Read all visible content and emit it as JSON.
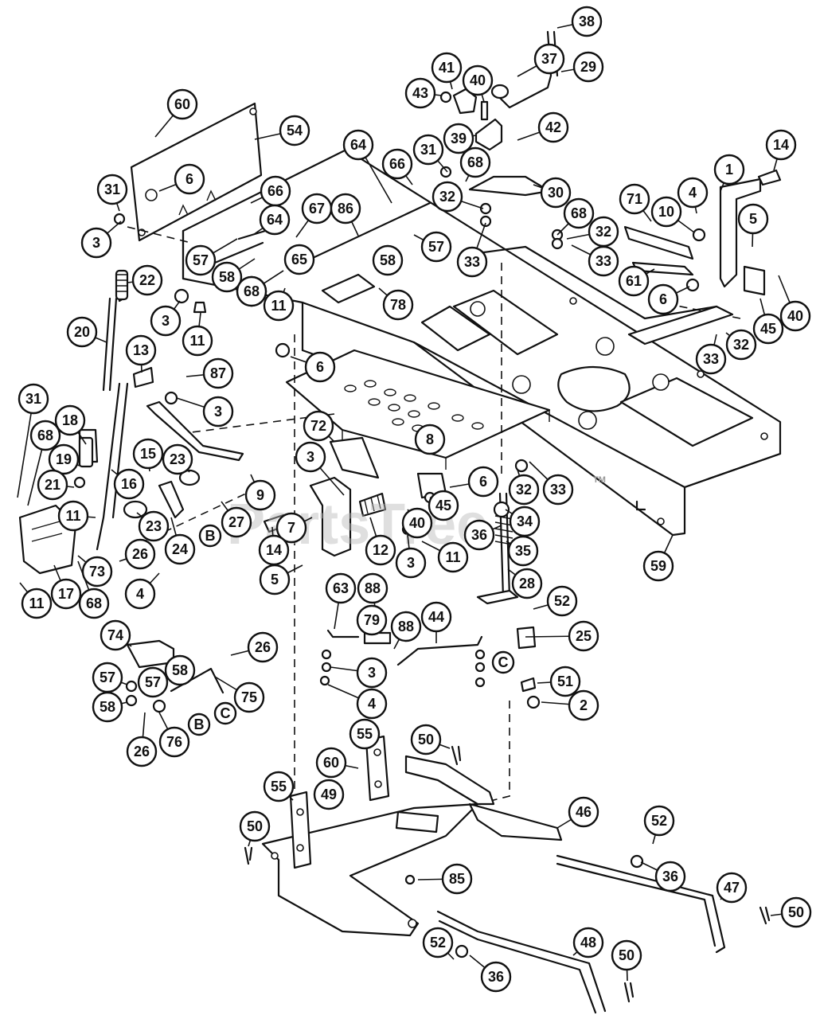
{
  "diagram": {
    "callouts": [
      {
        "id": "c38",
        "label": "38"
      },
      {
        "id": "c29",
        "label": "29"
      },
      {
        "id": "c37",
        "label": "37"
      },
      {
        "id": "c41",
        "label": "41"
      },
      {
        "id": "c40a",
        "label": "40"
      },
      {
        "id": "c43",
        "label": "43"
      },
      {
        "id": "c39",
        "label": "39"
      },
      {
        "id": "c42",
        "label": "42"
      },
      {
        "id": "c60a",
        "label": "60"
      },
      {
        "id": "c54",
        "label": "54"
      },
      {
        "id": "c6a",
        "label": "6"
      },
      {
        "id": "c31a",
        "label": "31"
      },
      {
        "id": "c3a",
        "label": "3"
      },
      {
        "id": "c64a",
        "label": "64"
      },
      {
        "id": "c66a",
        "label": "66"
      },
      {
        "id": "c31b",
        "label": "31"
      },
      {
        "id": "c68a",
        "label": "68"
      },
      {
        "id": "c32a",
        "label": "32"
      },
      {
        "id": "c30",
        "label": "30"
      },
      {
        "id": "c14a",
        "label": "14"
      },
      {
        "id": "c1",
        "label": "1"
      },
      {
        "id": "c4a",
        "label": "4"
      },
      {
        "id": "c71",
        "label": "71"
      },
      {
        "id": "c10",
        "label": "10"
      },
      {
        "id": "c5a",
        "label": "5"
      },
      {
        "id": "c66b",
        "label": "66"
      },
      {
        "id": "c64b",
        "label": "64"
      },
      {
        "id": "c67",
        "label": "67"
      },
      {
        "id": "c86",
        "label": "86"
      },
      {
        "id": "c57a",
        "label": "57"
      },
      {
        "id": "c57b",
        "label": "57"
      },
      {
        "id": "c58a",
        "label": "58"
      },
      {
        "id": "c65",
        "label": "65"
      },
      {
        "id": "c58b",
        "label": "58"
      },
      {
        "id": "c68b",
        "label": "68"
      },
      {
        "id": "c33a",
        "label": "33"
      },
      {
        "id": "c68c",
        "label": "68"
      },
      {
        "id": "c32b",
        "label": "32"
      },
      {
        "id": "c33b",
        "label": "33"
      },
      {
        "id": "c61",
        "label": "61"
      },
      {
        "id": "c6b",
        "label": "6"
      },
      {
        "id": "c22",
        "label": "22"
      },
      {
        "id": "c68d",
        "label": "68"
      },
      {
        "id": "c11a",
        "label": "11"
      },
      {
        "id": "c78",
        "label": "78"
      },
      {
        "id": "c40b",
        "label": "40"
      },
      {
        "id": "c45a",
        "label": "45"
      },
      {
        "id": "c32c",
        "label": "32"
      },
      {
        "id": "c33c",
        "label": "33"
      },
      {
        "id": "c3b",
        "label": "3"
      },
      {
        "id": "c11b",
        "label": "11"
      },
      {
        "id": "c20",
        "label": "20"
      },
      {
        "id": "c6c",
        "label": "6"
      },
      {
        "id": "c13",
        "label": "13"
      },
      {
        "id": "c87",
        "label": "87"
      },
      {
        "id": "c3c",
        "label": "3"
      },
      {
        "id": "c31c",
        "label": "31"
      },
      {
        "id": "c68e",
        "label": "68"
      },
      {
        "id": "c18",
        "label": "18"
      },
      {
        "id": "c72",
        "label": "72"
      },
      {
        "id": "c8",
        "label": "8"
      },
      {
        "id": "c19",
        "label": "19"
      },
      {
        "id": "c15",
        "label": "15"
      },
      {
        "id": "c23a",
        "label": "23"
      },
      {
        "id": "c3d",
        "label": "3"
      },
      {
        "id": "c21",
        "label": "21"
      },
      {
        "id": "c16",
        "label": "16"
      },
      {
        "id": "c9",
        "label": "9"
      },
      {
        "id": "c6d",
        "label": "6"
      },
      {
        "id": "c32d",
        "label": "32"
      },
      {
        "id": "c33d",
        "label": "33"
      },
      {
        "id": "c11c",
        "label": "11"
      },
      {
        "id": "c23b",
        "label": "23"
      },
      {
        "id": "c27",
        "label": "27"
      },
      {
        "id": "c45b",
        "label": "45"
      },
      {
        "id": "c40c",
        "label": "40"
      },
      {
        "id": "c34",
        "label": "34"
      },
      {
        "id": "c36a",
        "label": "36"
      },
      {
        "id": "c7",
        "label": "7"
      },
      {
        "id": "c26a",
        "label": "26"
      },
      {
        "id": "c24",
        "label": "24"
      },
      {
        "id": "c14b",
        "label": "14"
      },
      {
        "id": "c12",
        "label": "12"
      },
      {
        "id": "c73",
        "label": "73"
      },
      {
        "id": "c3e",
        "label": "3"
      },
      {
        "id": "c11d",
        "label": "11"
      },
      {
        "id": "c35",
        "label": "35"
      },
      {
        "id": "c59",
        "label": "59"
      },
      {
        "id": "c17",
        "label": "17"
      },
      {
        "id": "c4b",
        "label": "4"
      },
      {
        "id": "c5b",
        "label": "5"
      },
      {
        "id": "c28",
        "label": "28"
      },
      {
        "id": "c11e",
        "label": "11"
      },
      {
        "id": "c68f",
        "label": "68"
      },
      {
        "id": "c63",
        "label": "63"
      },
      {
        "id": "c88a",
        "label": "88"
      },
      {
        "id": "c52a",
        "label": "52"
      },
      {
        "id": "c79",
        "label": "79"
      },
      {
        "id": "c88b",
        "label": "88"
      },
      {
        "id": "c44",
        "label": "44"
      },
      {
        "id": "c74",
        "label": "74"
      },
      {
        "id": "c25",
        "label": "25"
      },
      {
        "id": "c26b",
        "label": "26"
      },
      {
        "id": "c58c",
        "label": "58"
      },
      {
        "id": "c57c",
        "label": "57"
      },
      {
        "id": "c57d",
        "label": "57"
      },
      {
        "id": "c3f",
        "label": "3"
      },
      {
        "id": "c51",
        "label": "51"
      },
      {
        "id": "c75",
        "label": "75"
      },
      {
        "id": "c58d",
        "label": "58"
      },
      {
        "id": "c4c",
        "label": "4"
      },
      {
        "id": "c2",
        "label": "2"
      },
      {
        "id": "c26c",
        "label": "26"
      },
      {
        "id": "c76",
        "label": "76"
      },
      {
        "id": "c55a",
        "label": "55"
      },
      {
        "id": "c50a",
        "label": "50"
      },
      {
        "id": "c60b",
        "label": "60"
      },
      {
        "id": "c49",
        "label": "49"
      },
      {
        "id": "c55b",
        "label": "55"
      },
      {
        "id": "c46",
        "label": "46"
      },
      {
        "id": "c52b",
        "label": "52"
      },
      {
        "id": "c50b",
        "label": "50"
      },
      {
        "id": "c85",
        "label": "85"
      },
      {
        "id": "c36b",
        "label": "36"
      },
      {
        "id": "c47",
        "label": "47"
      },
      {
        "id": "c50c",
        "label": "50"
      },
      {
        "id": "c52c",
        "label": "52"
      },
      {
        "id": "c48",
        "label": "48"
      },
      {
        "id": "c36c",
        "label": "36"
      },
      {
        "id": "c50d",
        "label": "50"
      }
    ],
    "chip_labels": [
      {
        "id": "chipB1",
        "label": "B"
      },
      {
        "id": "chipC1",
        "label": "C"
      },
      {
        "id": "chipB2",
        "label": "B"
      },
      {
        "id": "chipC2",
        "label": "C"
      }
    ],
    "watermark": "PartsTree",
    "watermark_mark": "TM"
  }
}
